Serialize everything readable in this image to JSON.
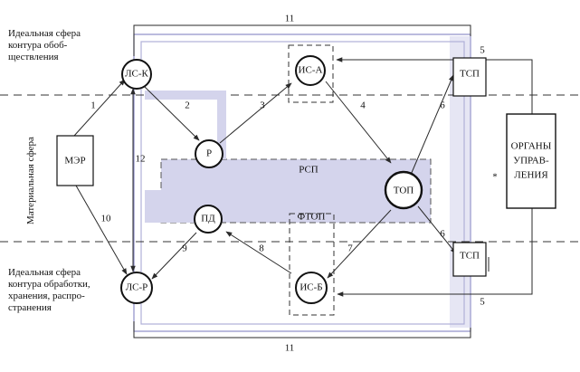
{
  "side_label": "Материальная сфера",
  "spheres": {
    "top": [
      "Идеальная сфера",
      "контура обоб-",
      "ществления"
    ],
    "bottom": [
      "Идеальная сфера",
      "контура обработки,",
      "хранения, распро-",
      "странения"
    ]
  },
  "nodes": {
    "lsk": "ЛС-К",
    "isa": "ИС-А",
    "r": "Р",
    "top": "ТОП",
    "pd": "ПД",
    "lsr": "ЛС-Р",
    "isb": "ИС-Б",
    "mer": "МЭР",
    "tsp_top": "ТСП",
    "tsp_bottom": "ТСП",
    "rsp": "РСП",
    "ftop": "ФТОП"
  },
  "organs": [
    "ОРГАНЫ",
    "УПРАВ-",
    "ЛЕНИЯ"
  ],
  "numbers": {
    "n1": "1",
    "n2": "2",
    "n3": "3",
    "n4": "4",
    "n5a": "5",
    "n5b": "5",
    "n6a": "6",
    "n6b": "6",
    "n7": "7",
    "n8": "8",
    "n9": "9",
    "n10": "10",
    "n11a": "11",
    "n11b": "11",
    "n12": "12"
  },
  "mark": "*",
  "colors": {
    "line": "#2a2a2a",
    "shade": "#c9c9e6",
    "frame": "#8e8ec8"
  }
}
